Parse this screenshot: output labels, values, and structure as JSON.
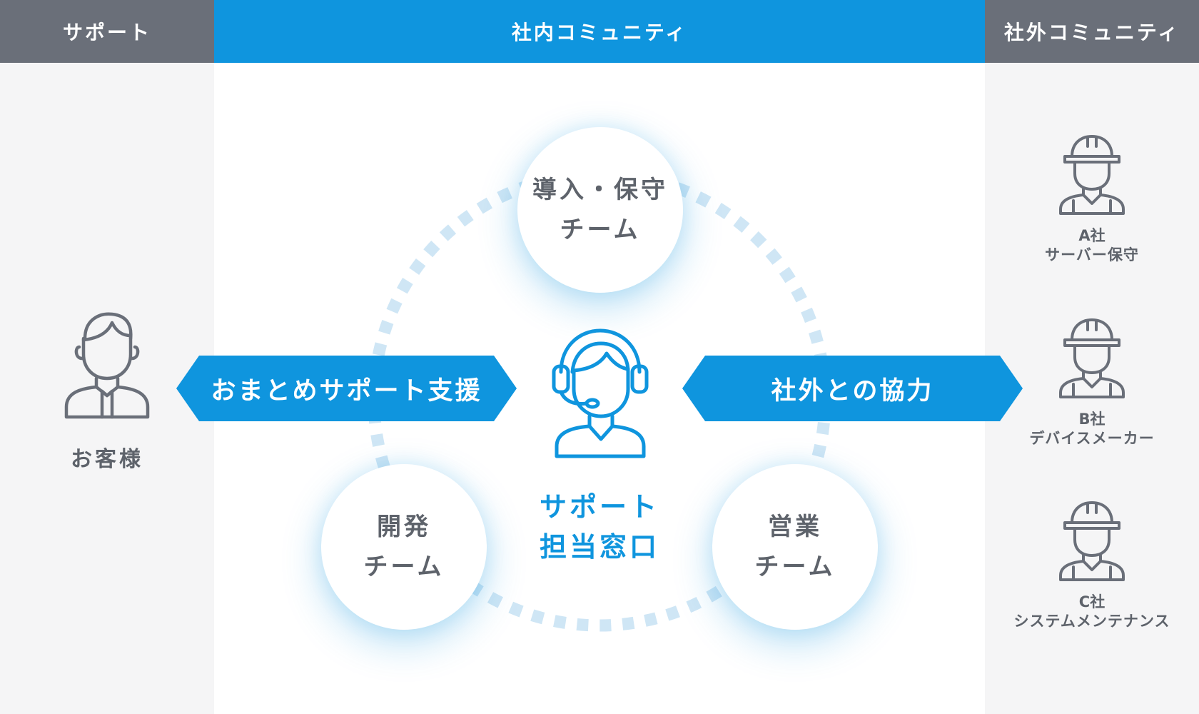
{
  "columns": {
    "left": {
      "title": "サポート"
    },
    "center": {
      "title": "社内コミュニティ"
    },
    "right": {
      "title": "社外コミュニティ"
    }
  },
  "customer": {
    "label": "お客様",
    "icon": "businessman-icon"
  },
  "arrows": {
    "left": "おまとめサポート支援",
    "right": "社外との協力"
  },
  "teams": [
    {
      "line1": "導入・保守",
      "line2": "チーム"
    },
    {
      "line1": "開発",
      "line2": "チーム"
    },
    {
      "line1": "営業",
      "line2": "チーム"
    }
  ],
  "center": {
    "line1": "サポート",
    "line2": "担当窓口",
    "icon": "headset-operator-icon"
  },
  "partners": [
    {
      "name": "A社",
      "desc": "サーバー保守",
      "icon": "hardhat-worker-icon"
    },
    {
      "name": "B社",
      "desc": "デバイスメーカー",
      "icon": "hardhat-worker-icon"
    },
    {
      "name": "C社",
      "desc": "システムメンテナンス",
      "icon": "hardhat-worker-icon"
    }
  ],
  "colors": {
    "accent": "#0f95de",
    "header_gray": "#6a6f79",
    "side_bg": "#f5f5f6",
    "text_gray": "#5e636b",
    "dash_ring": "#cfe6f5"
  }
}
